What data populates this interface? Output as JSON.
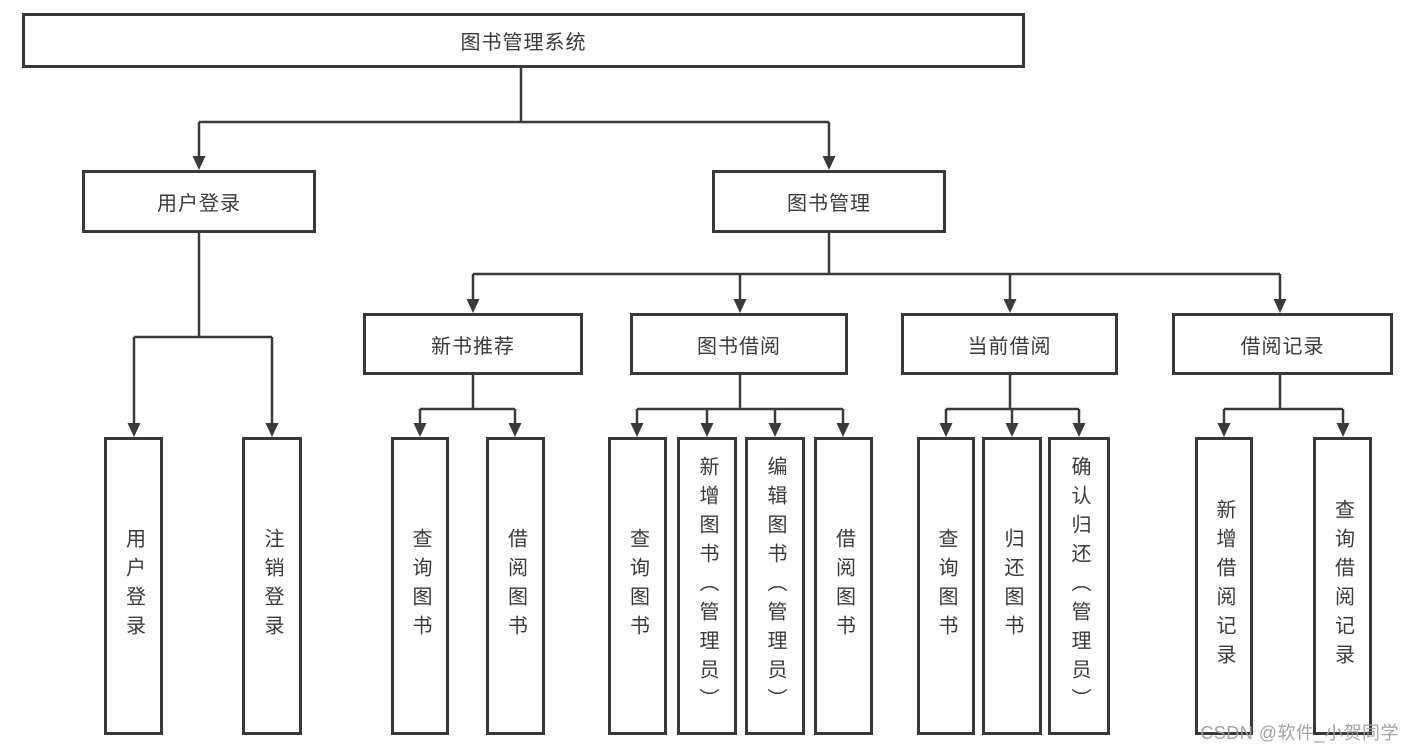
{
  "tree": {
    "root": "图书管理系统",
    "branches": [
      {
        "label": "用户登录",
        "leaves": [
          "用户登录",
          "注销登录"
        ]
      },
      {
        "label": "图书管理",
        "groups": [
          {
            "label": "新书推荐",
            "leaves": [
              "查询图书",
              "借阅图书"
            ]
          },
          {
            "label": "图书借阅",
            "leaves": [
              "查询图书",
              "新增图书（管理员）",
              "编辑图书（管理员）",
              "借阅图书"
            ]
          },
          {
            "label": "当前借阅",
            "leaves": [
              "查询图书",
              "归还图书",
              "确认归还（管理员）"
            ]
          },
          {
            "label": "借阅记录",
            "leaves": [
              "新增借阅记录",
              "查询借阅记录"
            ]
          }
        ]
      }
    ]
  },
  "watermark": "CSDN @软件_小贺同学",
  "colors": {
    "line": "#3a3a3a",
    "box_border": "#383838",
    "text": "#3a3a3a",
    "watermark": "#9e9e9e",
    "background": "#ffffff"
  }
}
